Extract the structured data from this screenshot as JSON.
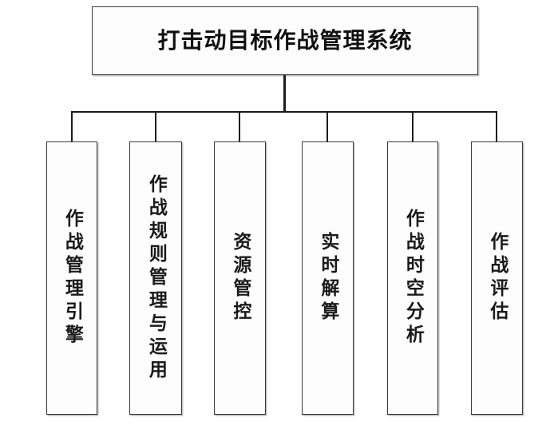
{
  "diagram": {
    "type": "org-chart",
    "orientation": "top-down",
    "background_color": "#ffffff",
    "line_color": "#1c1c1c",
    "box_border_color": "#3a3a3a",
    "box_fill_color": "#fdfdfd",
    "root": {
      "label": "打击动目标作战管理系统",
      "orientation": "horizontal"
    },
    "children": [
      {
        "label": "作战管理引擎",
        "orientation": "vertical"
      },
      {
        "label": "作战规则管理与运用",
        "orientation": "vertical"
      },
      {
        "label": "资源管控",
        "orientation": "vertical"
      },
      {
        "label": "实时解算",
        "orientation": "vertical"
      },
      {
        "label": "作战时空分析",
        "orientation": "vertical"
      },
      {
        "label": "作战评估",
        "orientation": "vertical"
      }
    ]
  }
}
